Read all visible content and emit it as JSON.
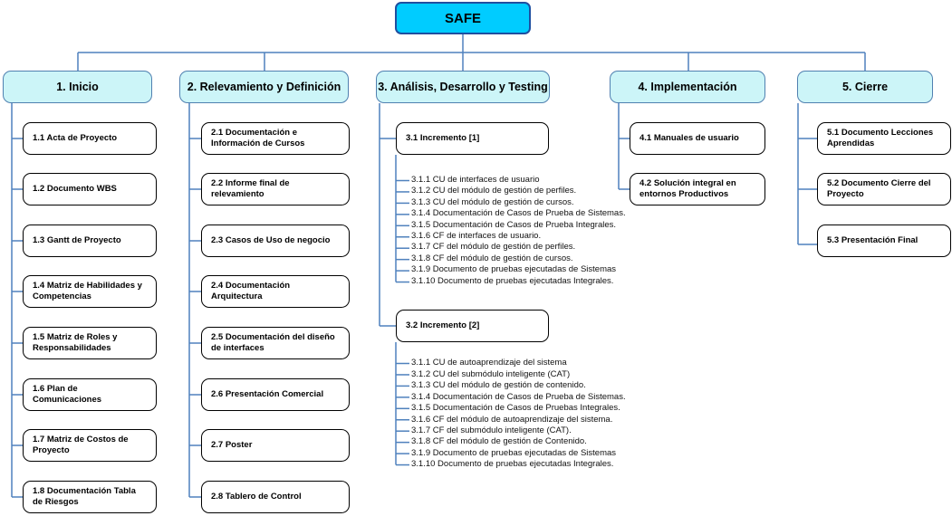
{
  "root": {
    "label": "SAFE"
  },
  "colors": {
    "root_fill": "#00ccff",
    "phase_fill": "#ccf5f8",
    "connector": "#4f81bd"
  },
  "phases": [
    {
      "label": "1. Inicio",
      "items": [
        "1.1 Acta de Proyecto",
        "1.2 Documento WBS",
        "1.3 Gantt de Proyecto",
        "1.4 Matriz de Habilidades y Competencias",
        "1.5 Matriz de Roles y Responsabilidades",
        "1.6 Plan de Comunicaciones",
        "1.7 Matriz de Costos de Proyecto",
        "1.8 Documentación Tabla de Riesgos"
      ]
    },
    {
      "label": "2. Relevamiento y Definición",
      "items": [
        "2.1 Documentación e Información de Cursos",
        "2.2 Informe final de relevamiento",
        "2.3 Casos de Uso de negocio",
        "2.4 Documentación Arquitectura",
        "2.5 Documentación del diseño de interfaces",
        "2.6 Presentación Comercial",
        "2.7 Poster",
        "2.8 Tablero de Control"
      ]
    },
    {
      "label": "3. Análisis, Desarrollo y Testing",
      "increments": [
        {
          "label": "3.1 Incremento [1]",
          "deliverables": [
            "3.1.1 CU de interfaces de usuario",
            "3.1.2 CU del módulo de gestión de perfiles.",
            "3.1.3 CU del módulo de gestión de cursos.",
            "3.1.4 Documentación de Casos de Prueba de Sistemas.",
            "3.1.5 Documentación de Casos de Prueba Integrales.",
            "3.1.6 CF de interfaces de usuario.",
            "3.1.7 CF del módulo de gestión de perfiles.",
            "3.1.8 CF del módulo de gestión de cursos.",
            "3.1.9 Documento de pruebas ejecutadas de Sistemas",
            "3.1.10 Documento de pruebas ejecutadas Integrales."
          ]
        },
        {
          "label": "3.2 Incremento [2]",
          "deliverables": [
            "3.1.1 CU de autoaprendizaje del sistema",
            "3.1.2 CU del submódulo inteligente (CAT)",
            "3.1.3 CU del módulo de gestión de contenido.",
            "3.1.4 Documentación de Casos de Prueba de Sistemas.",
            "3.1.5 Documentación de Casos de Pruebas Integrales.",
            "3.1.6 CF del módulo de autoaprendizaje del sistema.",
            "3.1.7 CF del submódulo inteligente (CAT).",
            "3.1.8 CF del módulo de gestión de Contenido.",
            "3.1.9 Documento de pruebas ejecutadas de Sistemas",
            "3.1.10 Documento de pruebas ejecutadas Integrales."
          ]
        }
      ]
    },
    {
      "label": "4. Implementación",
      "items": [
        "4.1 Manuales de usuario",
        "4.2 Solución integral en entornos Productivos"
      ]
    },
    {
      "label": "5. Cierre",
      "items": [
        "5.1 Documento Lecciones Aprendidas",
        "5.2 Documento Cierre del Proyecto",
        "5.3 Presentación Final"
      ]
    }
  ]
}
